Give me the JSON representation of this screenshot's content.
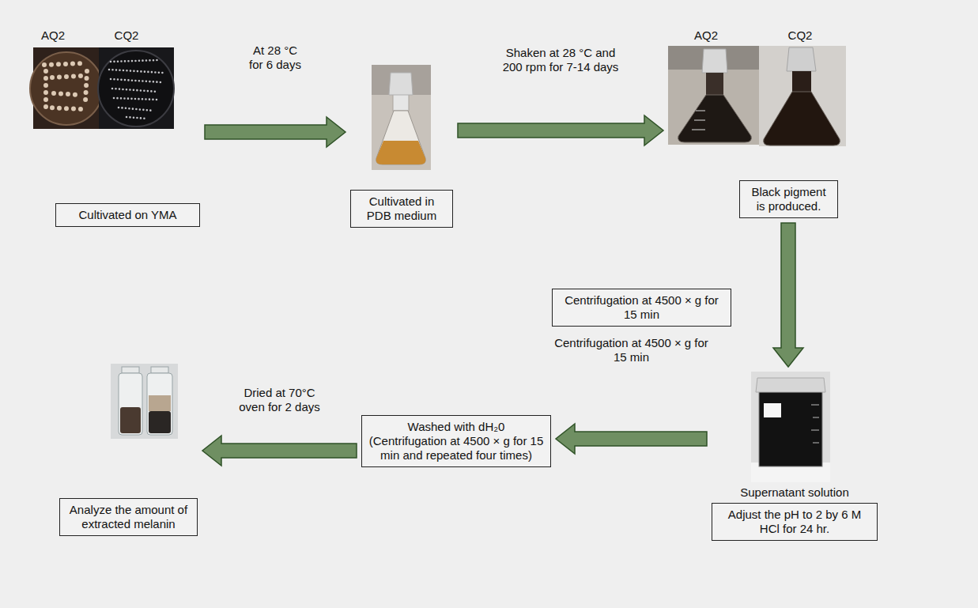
{
  "diagram": {
    "nodes": [
      {
        "text": [
          "Cultivated on YMA"
        ]
      },
      {
        "text": [
          "Cultivated in PDB medium"
        ]
      },
      {
        "text": [
          "Black pigment is produced."
        ]
      },
      {
        "text": [
          "Centrifugation at 4500 × g for 15 min"
        ]
      },
      {
        "text": [
          "Supernatant solution",
          "Adjust the pH to 2 by 6 M HCl for 24 hr."
        ]
      },
      {
        "text": [
          "Washed with dH₂0 (Centrifugation at 4500 × g for 15 min and repeated four times)"
        ]
      },
      {
        "text": [
          "Analyze the amount of extracted melanin"
        ]
      }
    ],
    "edges": [
      {
        "from": 0,
        "to": 1,
        "arrow": "to",
        "label": "At 28 °C for 6 days"
      },
      {
        "from": 1,
        "to": 2,
        "arrow": "to",
        "label": "Shaken at 28 °C and 200 rpm for 7-14 days"
      },
      {
        "from": 2,
        "to": 4,
        "arrow": "to"
      },
      {
        "from": 4,
        "to": 5,
        "arrow": "to",
        "label": "Centrifugation at 4500 × g for 15 min"
      },
      {
        "from": 5,
        "to": 6,
        "arrow": "to",
        "label": "Dried at 70°C oven for 2 days"
      }
    ],
    "labels": [
      "AQ2",
      "CQ2",
      "AQ2",
      "CQ2"
    ]
  }
}
